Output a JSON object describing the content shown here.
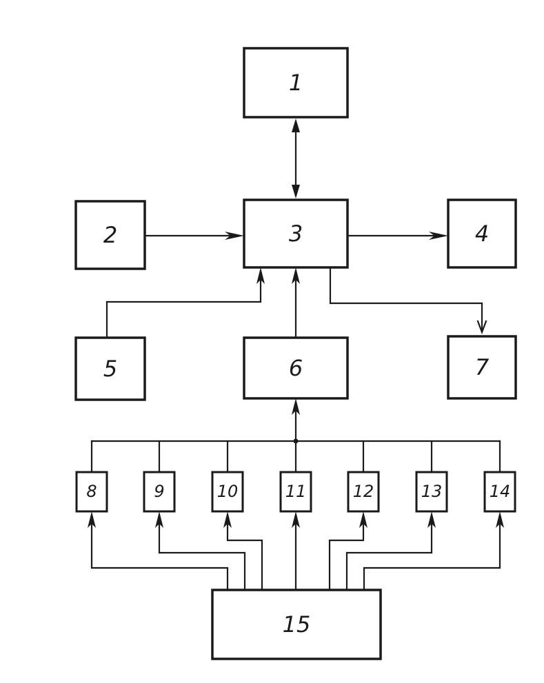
{
  "blocks": {
    "b1": "1",
    "b2": "2",
    "b3": "3",
    "b4": "4",
    "b5": "5",
    "b6": "6",
    "b7": "7",
    "b8": "8",
    "b9": "9",
    "b10": "10",
    "b11": "11",
    "b12": "12",
    "b13": "13",
    "b14": "14",
    "b15": "15"
  },
  "colors": {
    "ink": "#1a1a1a",
    "background": "#ffffff"
  }
}
